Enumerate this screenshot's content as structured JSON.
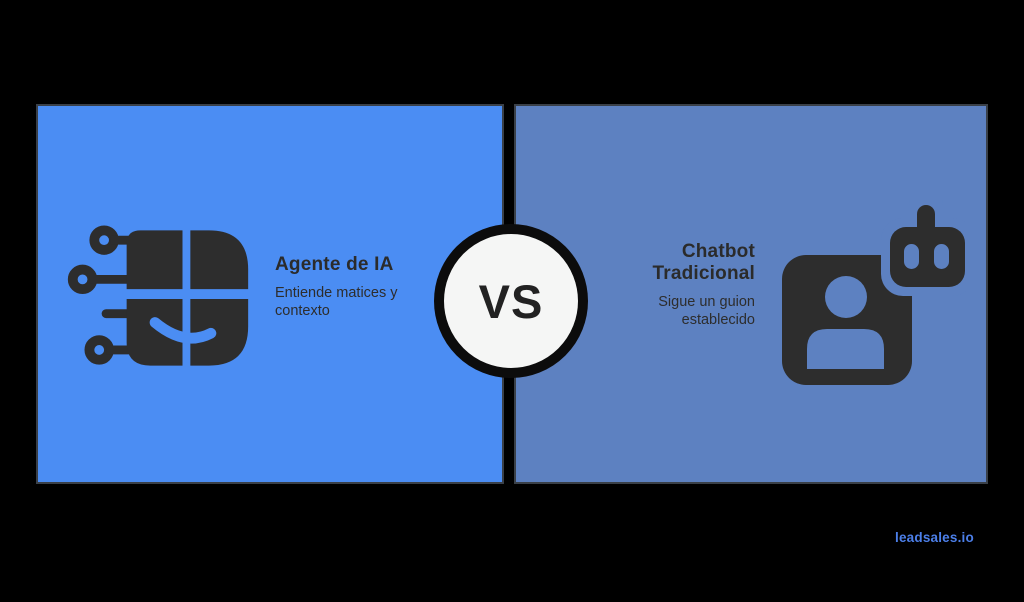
{
  "meta": {
    "type": "comparison-infographic"
  },
  "colors": {
    "background": "#000000",
    "left_panel_bg": "#4b8df3",
    "right_panel_bg": "#5d81c1",
    "ink": "#2d2d2d",
    "vs_fill": "#f5f6f5",
    "vs_ring": "#0c0c0c",
    "brand_blue": "#4c7fe9"
  },
  "vs_label": "VS",
  "left_panel": {
    "title": "Agente de IA",
    "description": "Entiende matices y contexto",
    "icon": "ai-agent-circuit-face-icon"
  },
  "right_panel": {
    "title": "Chatbot Tradicional",
    "description": "Sigue un guion establecido",
    "icon": "chatbot-contact-card-icon"
  },
  "footer": {
    "brand": "leadsales.io"
  }
}
